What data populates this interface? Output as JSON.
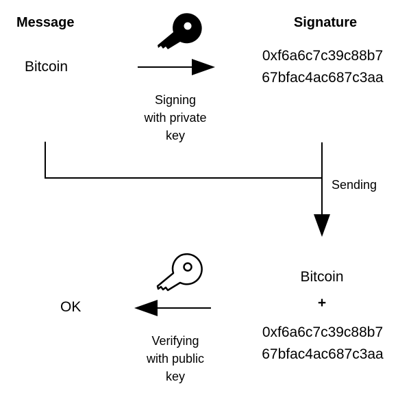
{
  "diagram": {
    "message_heading": "Message",
    "signature_heading": "Signature",
    "message_text": "Bitcoin",
    "signature_line1": "0xf6a6c7c39c88b7",
    "signature_line2": "67bfac4ac687c3aa",
    "signing_line1": "Signing",
    "signing_line2": "with private",
    "signing_line3": "key",
    "sending_label": "Sending",
    "received_message": "Bitcoin",
    "plus_sign": "+",
    "received_sig_line1": "0xf6a6c7c39c88b7",
    "received_sig_line2": "67bfac4ac687c3aa",
    "verifying_line1": "Verifying",
    "verifying_line2": "with public",
    "verifying_line3": "key",
    "result_text": "OK"
  },
  "icons": {
    "private_key": "key-filled-icon",
    "public_key": "key-outline-icon"
  },
  "colors": {
    "ink": "#000000",
    "background": "#ffffff"
  }
}
